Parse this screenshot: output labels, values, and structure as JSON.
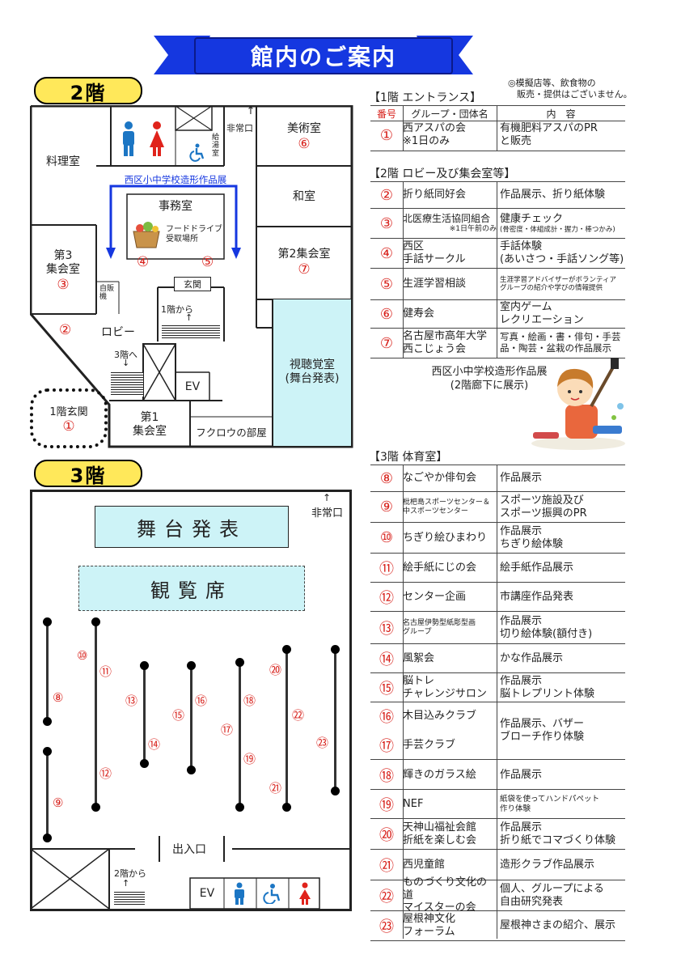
{
  "title": "館内のご案内",
  "floor2": {
    "tag": "2階",
    "rooms": {
      "cooking": "料理室",
      "art": "美術室",
      "art_num": "⑥",
      "emergency": "非常口",
      "water": "給湯室",
      "exhibit_hall": "西区小中学校造形作品展",
      "office": "事務室",
      "food_drive": "フードドライブ受取場所",
      "food_drive_num4": "④",
      "food_drive_num5": "⑤",
      "japanese": "和室",
      "meeting3": "第3\n集会室",
      "meeting3_num": "③",
      "meeting2": "第2集会室",
      "meeting2_num": "⑦",
      "vending": "自販機",
      "entrance_label": "玄関",
      "from1f": "1階から",
      "lobby_num": "②",
      "lobby": "ロビー",
      "to3f": "3階へ",
      "av_room": "視聴覚室\n(舞台発表)",
      "ev": "EV",
      "meeting1": "第1\n集会室",
      "owl": "フクロウの部屋",
      "entrance1f": "1階玄関",
      "entrance1f_num": "①"
    }
  },
  "floor3": {
    "tag": "3階",
    "emergency": "非常口",
    "stage": "舞台発表",
    "seats": "観覧席",
    "exit": "出入口",
    "from2f": "2階から",
    "ev": "EV",
    "booth_nums": [
      "⑧",
      "⑨",
      "⑩",
      "⑪",
      "⑫",
      "⑬",
      "⑭",
      "⑮",
      "⑯",
      "⑰",
      "⑱",
      "⑲",
      "⑳",
      "㉑",
      "㉒",
      "㉓"
    ]
  },
  "notice": "◎模擬店等、飲食物の\n　販売・提供はございません。",
  "sec1": {
    "head": "【1階 エントランス】",
    "col_no": "番号",
    "col_group": "グループ・団体名",
    "col_content": "内　容",
    "rows": [
      {
        "no": "①",
        "group": "西アスパの会\n※1日のみ",
        "content": "有機肥料アスパのPR\nと販売"
      }
    ]
  },
  "sec2": {
    "head": "【2階 ロビー及び集会室等】",
    "rows": [
      {
        "no": "②",
        "group": "折り紙同好会",
        "content": "作品展示、折り紙体験"
      },
      {
        "no": "③",
        "group": "北医療生活協同組合",
        "group_note": "※1日午前のみ",
        "content": "健康チェック",
        "content_note": "(骨密度・体組成計・握力・棒つかみ)"
      },
      {
        "no": "④",
        "group": "西区\n手話サークル",
        "content": "手話体験\n(あいさつ・手話ソング等)"
      },
      {
        "no": "⑤",
        "group": "生涯学習相談",
        "content": "生涯学習アドバイザーがボランティア\nグループの紹介や学びの情報提供"
      },
      {
        "no": "⑥",
        "group": "健寿会",
        "content": "室内ゲーム\nレクリエーション"
      },
      {
        "no": "⑦",
        "group": "名古屋市高年大学\n西こじょう会",
        "content": "写真・絵画・書・俳句・手芸\n品・陶芸・盆栽の作品展示"
      }
    ],
    "exhibit": "西区小中学校造形作品展\n(2階廊下に展示)"
  },
  "sec3": {
    "head": "【3階 体育室】",
    "rows": [
      {
        "no": "⑧",
        "group": "なごやか俳句会",
        "content": "作品展示"
      },
      {
        "no": "⑨",
        "group": "枇杷島スポーツセンター＆\n中スポーツセンター",
        "content": "スポーツ施設及び\nスポーツ振興のPR"
      },
      {
        "no": "⑩",
        "group": "ちぎり絵ひまわり",
        "content": "作品展示\nちぎり絵体験"
      },
      {
        "no": "⑪",
        "group": "絵手紙にじの会",
        "content": "絵手紙作品展示"
      },
      {
        "no": "⑫",
        "group": "センター企画",
        "content": "市講座作品発表"
      },
      {
        "no": "⑬",
        "group": "名古屋伊勢型紙彫型画\nグループ",
        "content": "作品展示\n切り絵体験(額付き)"
      },
      {
        "no": "⑭",
        "group": "風絮会",
        "content": "かな作品展示"
      },
      {
        "no": "⑮",
        "group": "脳トレ\nチャレンジサロン",
        "content": "作品展示\n脳トレプリント体験"
      },
      {
        "no": "⑯",
        "group": "木目込みクラブ",
        "content": ""
      },
      {
        "no": "⑰",
        "group": "手芸クラブ",
        "content": "作品展示、バザー\nブローチ作り体験"
      },
      {
        "no": "⑱",
        "group": "輝きのガラス絵",
        "content": "作品展示"
      },
      {
        "no": "⑲",
        "group": "NEF",
        "content": "紙袋を使ってハンドパペット\n作り体験"
      },
      {
        "no": "⑳",
        "group": "天神山福祉会館\n折紙を楽しむ会",
        "content": "作品展示\n折り紙でコマづくり体験"
      },
      {
        "no": "㉑",
        "group": "西児童館",
        "content": "造形クラブ作品展示"
      },
      {
        "no": "㉒",
        "group": "ものづくり文化の道\nマイスターの会",
        "content": "個人、グループによる\n自由研究発表"
      },
      {
        "no": "㉓",
        "group": "屋根神文化\nフォーラム",
        "content": "屋根神さまの紹介、展示"
      }
    ]
  },
  "colors": {
    "banner": "#1537e0",
    "tag": "#ffe85a",
    "red": "#d8221c",
    "blue": "#1537e0",
    "cyan": "#cdf3f7",
    "men": "#1c76c4",
    "women": "#e0231b"
  }
}
